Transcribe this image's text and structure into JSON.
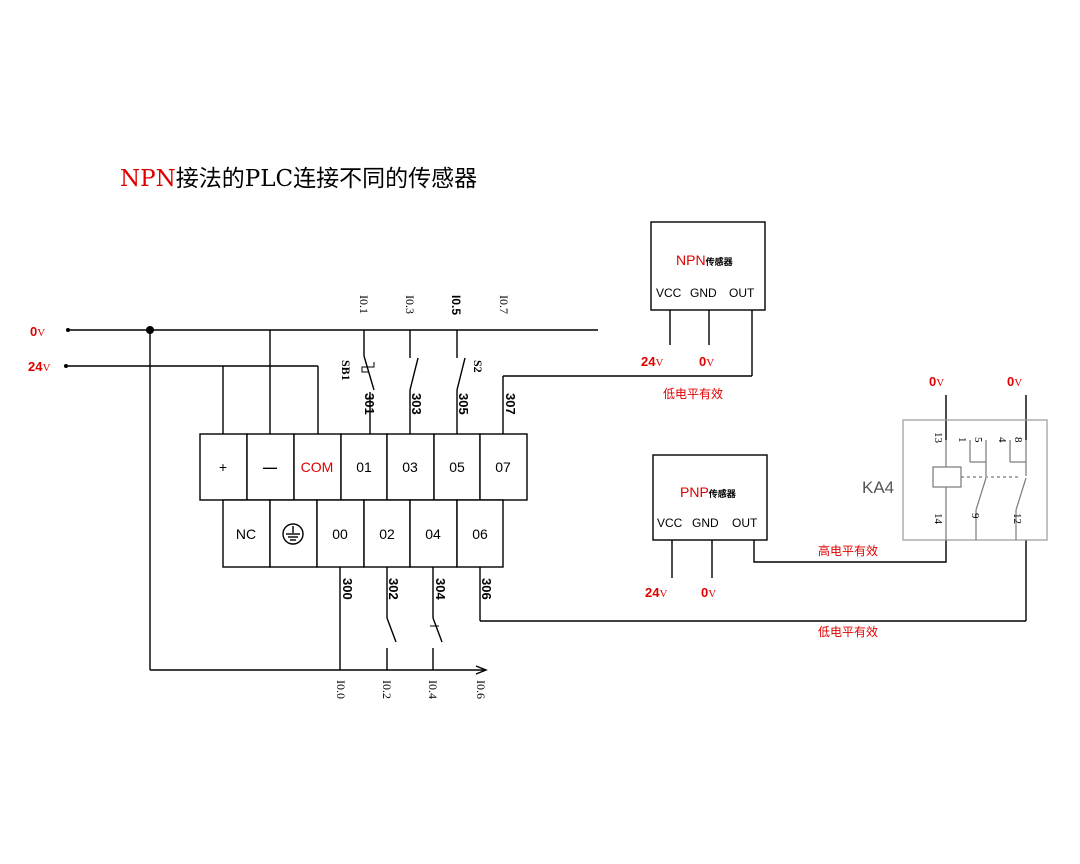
{
  "title": {
    "part1": "NPN",
    "part2": "接法的PLC连接不同的传感器"
  },
  "rails": {
    "zero_v": "0",
    "zero_v_unit": "V",
    "v24": "24",
    "v24_unit": "V"
  },
  "plc": {
    "top_row": [
      "+",
      "—",
      "COM",
      "01",
      "03",
      "05",
      "07"
    ],
    "bottom_row": [
      "NC",
      "00",
      "02",
      "04",
      "06"
    ],
    "top_inputs": [
      "I0.1",
      "I0.3",
      "I0.5",
      "I0.7"
    ],
    "top_wires": [
      "301",
      "303",
      "305",
      "307"
    ],
    "bottom_wires": [
      "300",
      "302",
      "304",
      "306"
    ],
    "bottom_inputs": [
      "I0.0",
      "I0.2",
      "I0.4",
      "I0.6"
    ],
    "switches": [
      "SB1",
      "S2"
    ]
  },
  "npn_sensor": {
    "name": "NPN",
    "name_suffix": "传感器",
    "pins": [
      "VCC",
      "GND",
      "OUT"
    ],
    "supply_v": "24",
    "supply_unit": "V",
    "gnd_v": "0",
    "gnd_unit": "V",
    "note": "低电平有效"
  },
  "pnp_sensor": {
    "name": "PNP",
    "name_suffix": "传感器",
    "pins": [
      "VCC",
      "GND",
      "OUT"
    ],
    "supply_v": "24",
    "supply_unit": "V",
    "gnd_v": "0",
    "gnd_unit": "V",
    "note": "高电平有效"
  },
  "relay": {
    "name": "KA4",
    "top_pins": [
      "13",
      "1",
      "5",
      "4",
      "8"
    ],
    "bottom_pins": [
      "14",
      "9",
      "12"
    ],
    "left_v": "0",
    "left_unit": "V",
    "right_v": "0",
    "right_unit": "V"
  },
  "bottom_note": "低电平有效"
}
